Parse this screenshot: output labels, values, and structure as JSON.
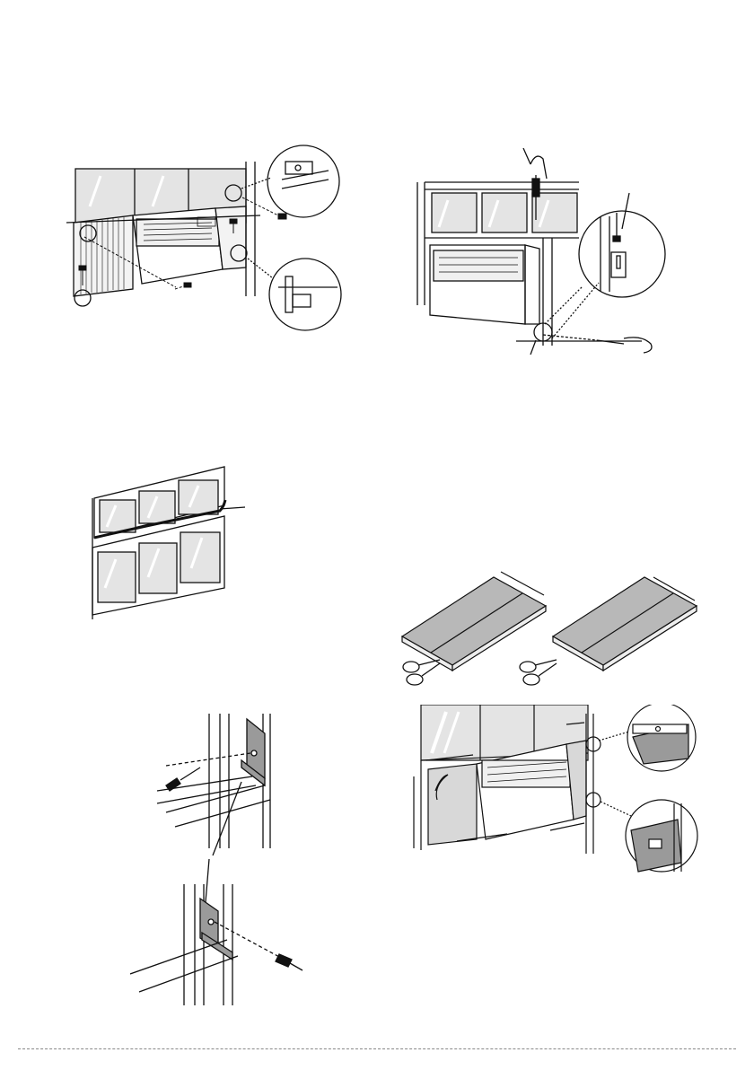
{
  "figures": [
    {
      "name": "fig-side-panels-screw",
      "icon": "side-panel-screw-illustration"
    },
    {
      "name": "fig-screwdriver-bracket",
      "icon": "screwdriver-bracket-illustration"
    },
    {
      "name": "fig-window-seal",
      "icon": "window-sash-seal-illustration"
    },
    {
      "name": "fig-cut-foam",
      "icon": "scissors-foam-illustration"
    },
    {
      "name": "fig-insulation-installed",
      "icon": "foam-insulation-illustration"
    },
    {
      "name": "fig-bracket-screw",
      "icon": "l-bracket-screw-illustration"
    }
  ],
  "colors": {
    "line": "#111111",
    "glass": "#d6d6d6",
    "fill_gray": "#9a9a9a",
    "foam": "#cfcfcf"
  }
}
